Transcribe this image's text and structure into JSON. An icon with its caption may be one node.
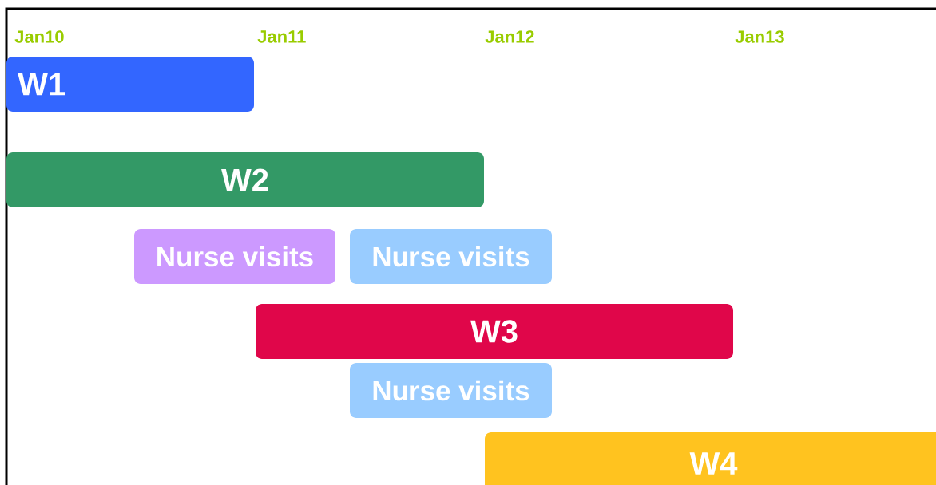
{
  "diagram": {
    "nodes": [
      {
        "text": [
          "W1"
        ]
      },
      {
        "text": [
          "W2"
        ]
      },
      {
        "text": [
          "Nurse visits"
        ]
      },
      {
        "text": [
          "Nurse visits"
        ]
      },
      {
        "text": [
          "W3"
        ]
      },
      {
        "text": [
          "Nurse visits"
        ]
      },
      {
        "text": [
          "W4"
        ]
      }
    ],
    "labels": [
      "Jan10",
      "Jan11",
      "Jan12",
      "Jan13"
    ]
  }
}
